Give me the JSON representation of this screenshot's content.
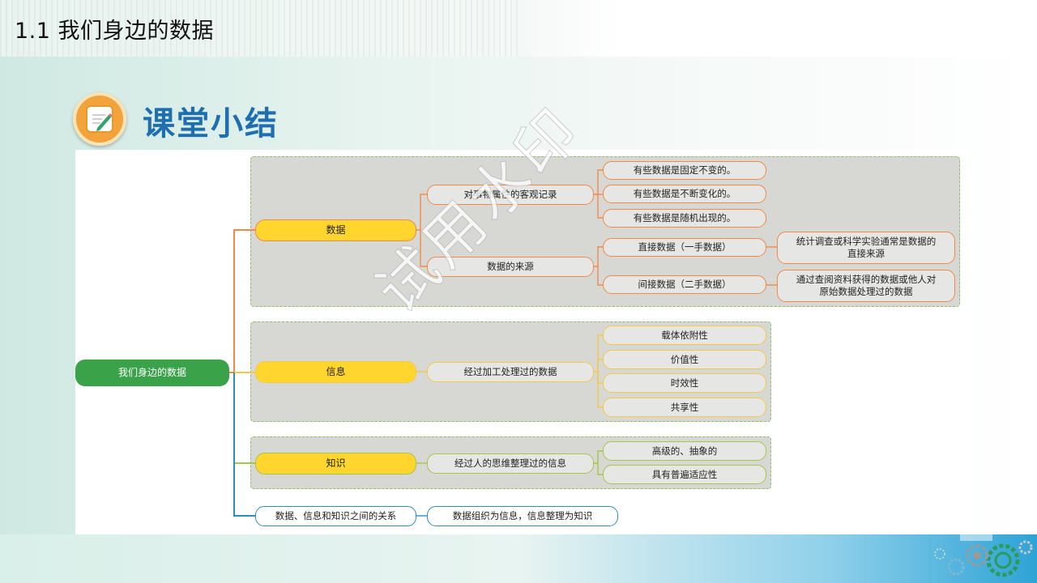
{
  "page": {
    "title": "1.1  我们身边的数据",
    "section_title": "课堂小结",
    "watermark": "试用水印"
  },
  "mindmap": {
    "root": "我们身边的数据",
    "data": {
      "label": "数据",
      "definition": "对事物属性的客观记录",
      "definition_children": [
        "有些数据是固定不变的。",
        "有些数据是不断变化的。",
        "有些数据是随机出现的。"
      ],
      "source": "数据的来源",
      "source_children": [
        {
          "label": "直接数据（一手数据）",
          "detail": "统计调查或科学实验通常是数据的直接来源"
        },
        {
          "label": "间接数据（二手数据）",
          "detail": "通过查阅资料获得的数据或他人对原始数据处理过的数据"
        }
      ]
    },
    "information": {
      "label": "信息",
      "definition": "经过加工处理过的数据",
      "children": [
        "载体依附性",
        "价值性",
        "时效性",
        "共享性"
      ]
    },
    "knowledge": {
      "label": "知识",
      "definition": "经过人的思维整理过的信息",
      "children": [
        "高级的、抽象的",
        "具有普遍适应性"
      ]
    },
    "relation": {
      "label": "数据、信息和知识之间的关系",
      "detail": "数据组织为信息，信息整理为知识"
    }
  },
  "colors": {
    "root": "#3aa34a",
    "main": "#ffd52e",
    "title_blue": "#1f6fb0",
    "line_orange": "#f08a4b",
    "line_yellow": "#f3c94a",
    "line_green": "#a6c64a",
    "line_blue": "#2c8fb8"
  }
}
